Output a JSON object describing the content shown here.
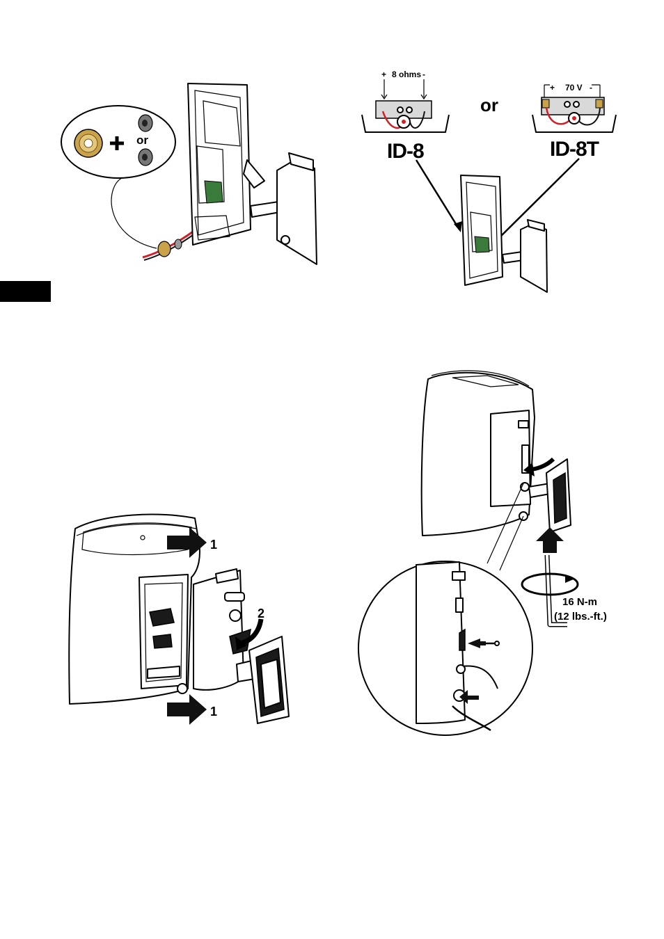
{
  "figure1": {
    "callout_or": "or"
  },
  "figure2": {
    "label_8ohms": "8 ohms",
    "label_plus_left": "+",
    "label_minus_left": "-",
    "label_70v": "70 V",
    "label_plus_right": "+",
    "label_minus_right": "-",
    "or_text": "or",
    "model_left": "ID-8",
    "model_right": "ID-8T"
  },
  "figure3": {
    "arrow_top_label": "1",
    "arrow_bottom_label": "1",
    "rotate_label": "2"
  },
  "figure4": {
    "torque_line1": "16 N-m",
    "torque_line2": "(12 lbs.-ft.)"
  },
  "colors": {
    "wire_red": "#d21f26",
    "wire_black": "#111111",
    "brass": "#c9a24a",
    "page_tab": "#000000"
  }
}
